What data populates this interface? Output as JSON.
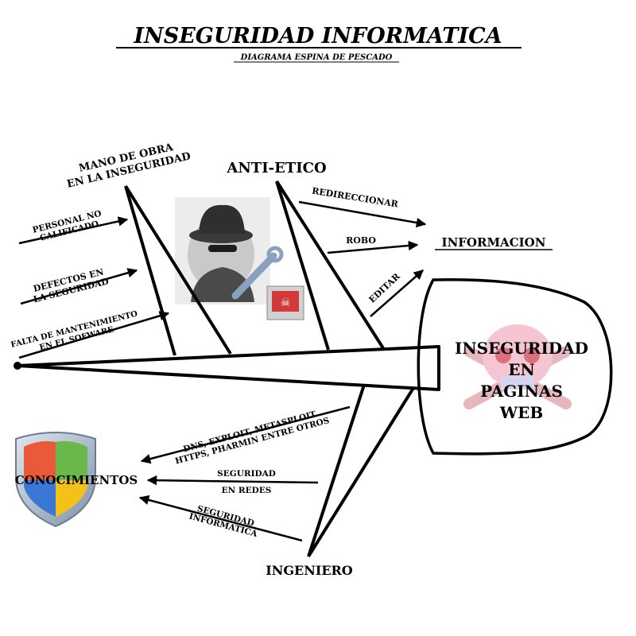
{
  "title": "INSEGURIDAD INFORMATICA",
  "subtitle": "DIAGRAMA ESPINA DE PESCADO",
  "head": [
    "INSEGURIDAD",
    "EN",
    "PAGINAS",
    "WEB"
  ],
  "categories": {
    "mano_de_obra": [
      "MANO DE OBRA",
      "EN LA INSEGURIDAD"
    ],
    "anti_etico": "ANTI-ETICO",
    "ingeniero": "INGENIERO",
    "conocimientos": "CONOCIMIENTOS",
    "informacion": "INFORMACION"
  },
  "causes": {
    "personal": [
      "PERSONAL NO",
      "CALIFICADO"
    ],
    "defectos": [
      "DEFECTOS EN",
      "LA SEGURIDAD"
    ],
    "falta": [
      "FALTA DE MANTENIMIENTO",
      "EN EL SOFWARE"
    ],
    "redireccionar": "REDIRECCIONAR",
    "robo": "ROBO",
    "editar": "EDITAR",
    "dns": [
      "DNS, EXPLOIT, METASPLOIT",
      "HTTPS, PHARMIN ENTRE OTROS"
    ],
    "seg_redes": [
      "SEGURIDAD",
      "EN REDES"
    ],
    "seg_info": [
      "SEGURIDAD",
      "INFORMATICA"
    ]
  },
  "icons": {
    "hacker": "hacker-with-wrench-icon",
    "skull": "skull-crossbones-icon",
    "shield": "windows-shield-icon"
  }
}
